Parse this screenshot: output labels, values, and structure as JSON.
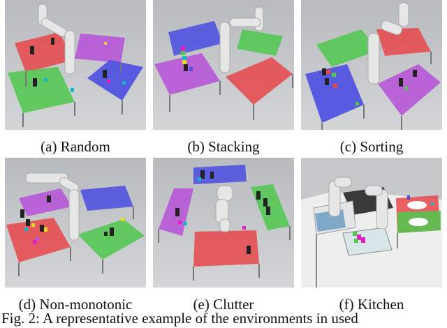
{
  "panels": [
    {
      "id": "a",
      "caption": "(a) Random"
    },
    {
      "id": "b",
      "caption": "(b) Stacking"
    },
    {
      "id": "c",
      "caption": "(c) Sorting"
    },
    {
      "id": "d",
      "caption": "(d) Non-monotonic"
    },
    {
      "id": "e",
      "caption": "(e) Clutter"
    },
    {
      "id": "f",
      "caption": "(f) Kitchen"
    }
  ],
  "figure_caption_partial": "Fig. 2: A representative example of the environments in used",
  "colors": {
    "table_red": "#e8474a",
    "table_green": "#4fc84e",
    "table_blue": "#4a4ee0",
    "table_magenta": "#b650d8",
    "floor": "#c8cacc",
    "robot": "#e6e6e6"
  }
}
